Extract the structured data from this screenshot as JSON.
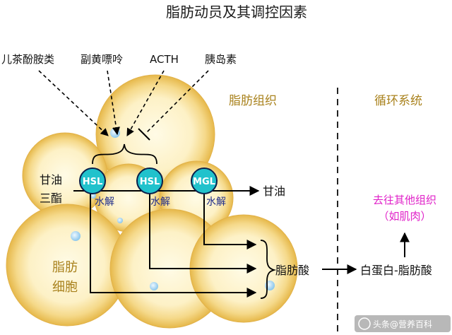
{
  "title": "脂肪动员及其调控因素",
  "regulators": [
    "儿茶酚胺类",
    "副黄嘌呤",
    "ACTH",
    "胰岛素"
  ],
  "compartments": {
    "tissue": "脂肪组织",
    "circulation": "循环系统"
  },
  "substrate": [
    "甘油",
    "三酯"
  ],
  "enzymes": [
    "HSL",
    "HSL",
    "MGL"
  ],
  "hydrolysis_label": "水解",
  "products": {
    "glycerol": "甘油",
    "fatty_acid": "脂肪酸"
  },
  "transport": "白蛋白-脂肪酸",
  "destination": [
    "去往其他组织",
    "（如肌肉）"
  ],
  "cell_label": [
    "脂肪",
    "细胞"
  ],
  "watermark": "头条@营养百科",
  "colors": {
    "cell_fill": "#fbefc2",
    "cell_edge": "#e6b84a",
    "enzyme": "#21c2cc",
    "gold_text": "#a9821d",
    "pink_text": "#e020c8"
  }
}
